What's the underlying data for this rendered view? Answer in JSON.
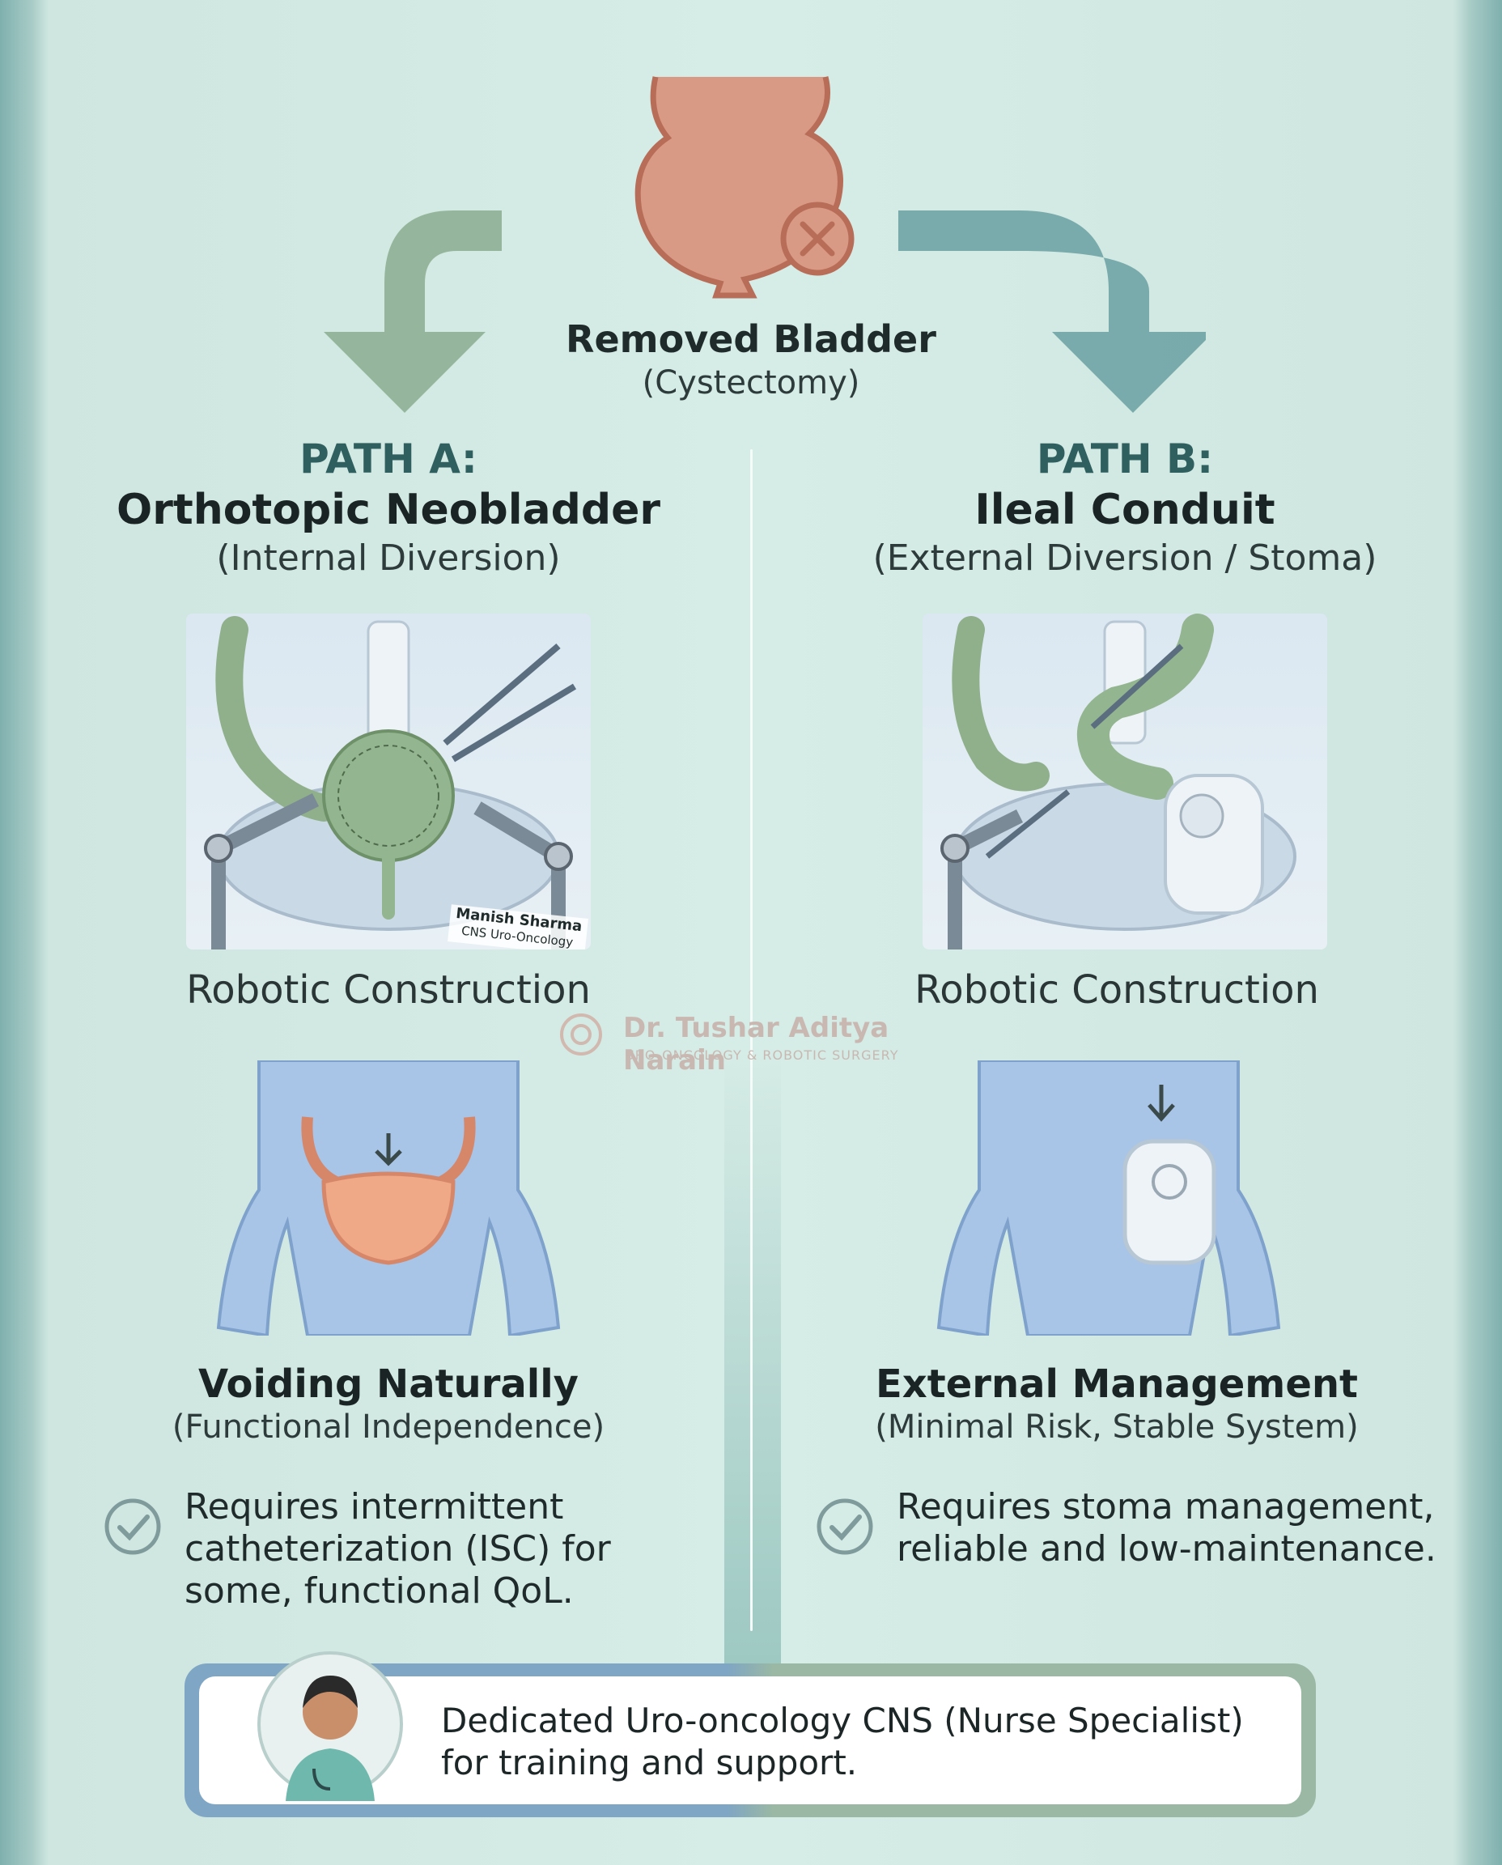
{
  "header": {
    "title": "Removed Bladder",
    "subtitle": "(Cystectomy)"
  },
  "path_a": {
    "label": "PATH A:",
    "name": "Orthotopic Neobladder",
    "sub": "(Internal Diversion)",
    "image_caption": "Robotic Construction",
    "stamp_line1": "Manish Sharma",
    "stamp_line2": "CNS Uro-Oncology",
    "outcome_title": "Voiding Naturally",
    "outcome_sub": "(Functional Independence)",
    "bullet_lines": [
      "Requires intermittent",
      "catheterization (ISC) for",
      "some, functional QoL."
    ]
  },
  "path_b": {
    "label": "PATH B:",
    "name": "Ileal Conduit",
    "sub": "(External Diversion / Stoma)",
    "image_caption": "Robotic Construction",
    "outcome_title": "External Management",
    "outcome_sub": "(Minimal Risk, Stable System)",
    "bullet_lines": [
      "Requires stoma management,",
      "reliable and low-maintenance."
    ]
  },
  "watermark": {
    "name": "Dr. Tushar Aditya Narain",
    "tagline": "URO-ONCOLOGY & ROBOTIC SURGERY"
  },
  "support": {
    "line1": "Dedicated Uro-oncology CNS (Nurse Specialist)",
    "line2": "for training and support."
  },
  "colors": {
    "arrow_left": "#8eb094",
    "arrow_right": "#6fa3a5",
    "bladder": "#d99a85",
    "green_organ": "#93b58f",
    "body_blue": "#a8c4e6"
  }
}
